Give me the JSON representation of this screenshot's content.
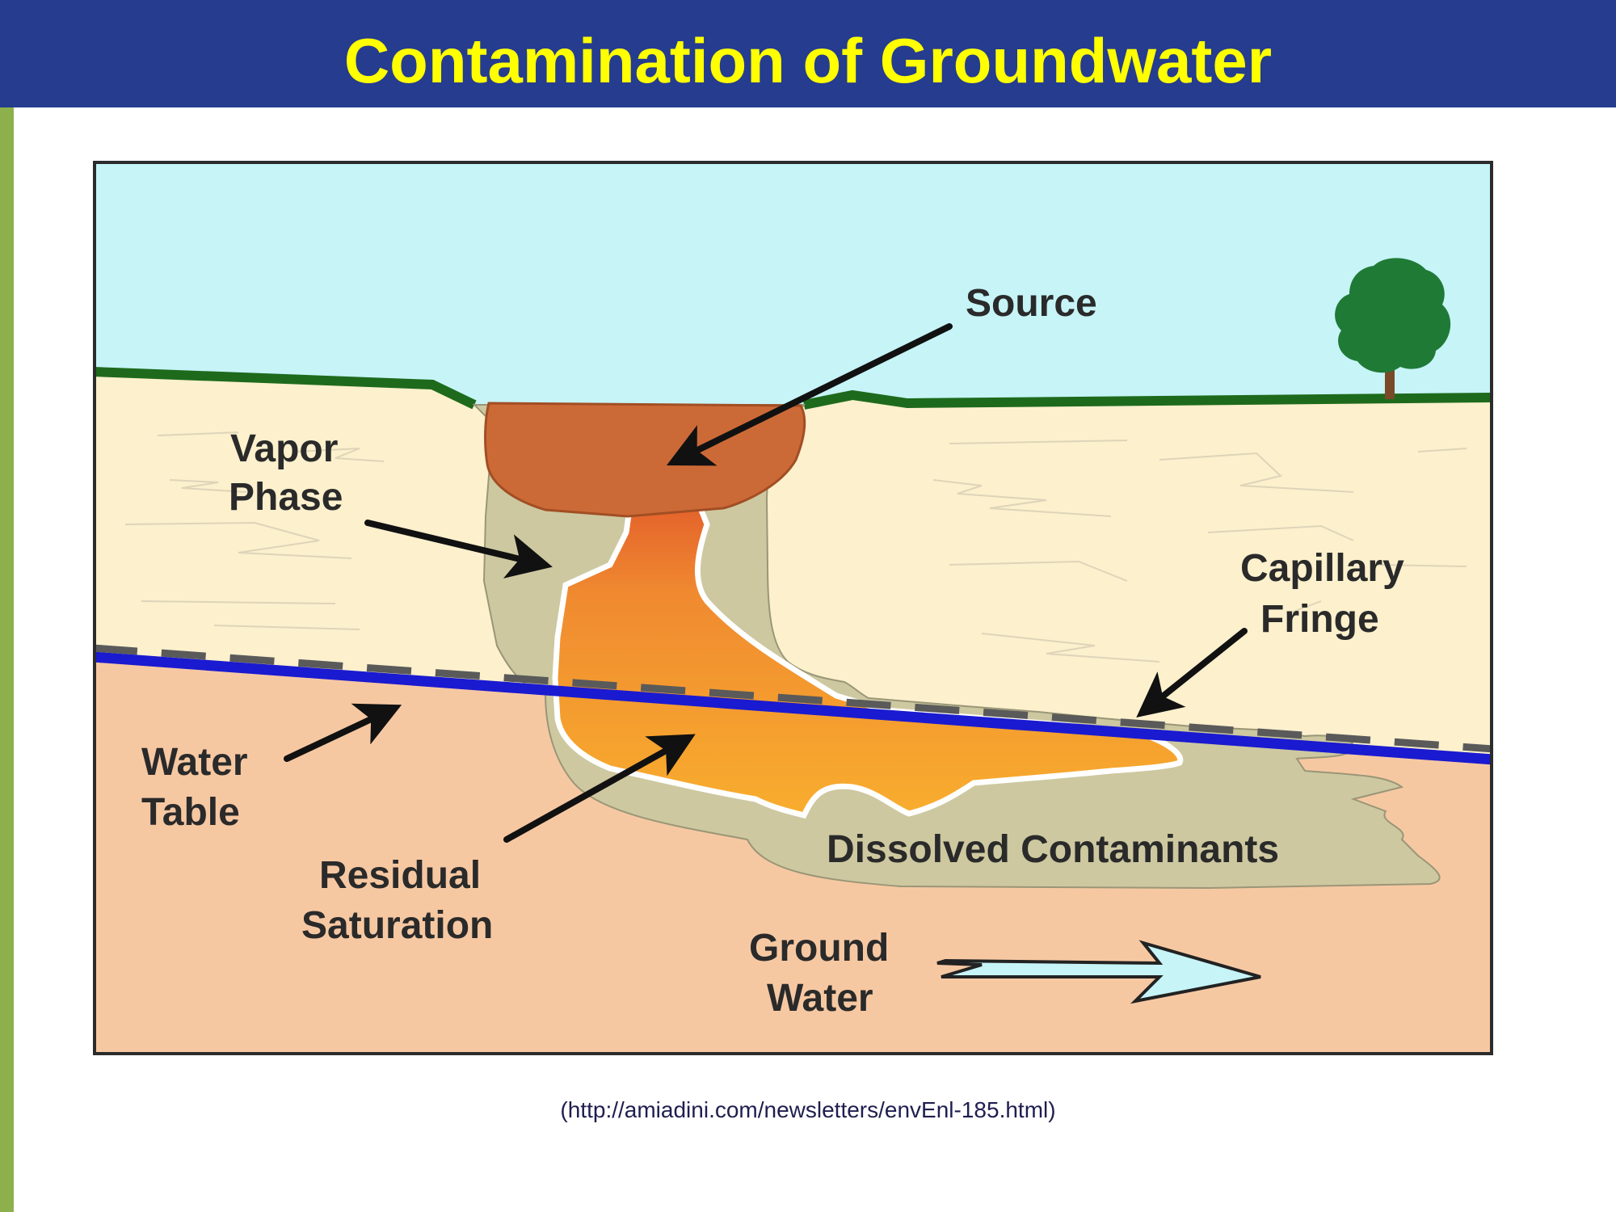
{
  "title": "Contamination of Groundwater",
  "citation": "(http://amiadini.com/newsletters/envEnl-185.html)",
  "diagram": {
    "labels": {
      "source": "Source",
      "vapor_phase": [
        "Vapor",
        "Phase"
      ],
      "capillary_fringe": [
        "Capillary",
        "Fringe"
      ],
      "water_table": [
        "Water",
        "Table"
      ],
      "residual_saturation": [
        "Residual",
        "Saturation"
      ],
      "dissolved_contaminants": "Dissolved Contaminants",
      "ground_water": [
        "Ground",
        "Water"
      ]
    },
    "icons": [
      "tree-icon",
      "ground-water-flow-arrow-icon"
    ]
  },
  "colors": {
    "title_bar": "#253c8f",
    "title_text": "#ffff00",
    "accent_bar": "#8db04c",
    "sky": "#c6f4f7",
    "ground_surface": "#1e6a1c",
    "unsaturated_zone": "#fcf0cd",
    "saturated_zone": "#f6c8a2",
    "source": "#cc6a37",
    "vapor_plume": "#cdc8a0",
    "residual": "#f7a32f",
    "water_table": "#1a1ad0",
    "flow_arrow": "#c6f4f7"
  }
}
